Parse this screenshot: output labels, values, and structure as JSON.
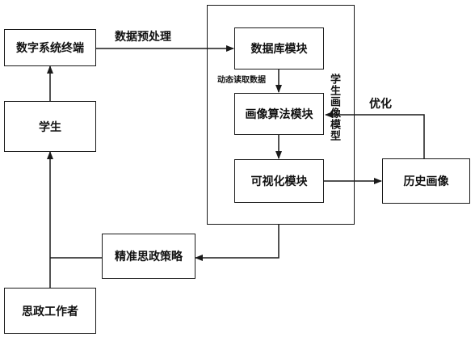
{
  "nodes": {
    "terminal": "数字系统终端",
    "student": "学生",
    "educator": "思政工作者",
    "database": "数据库模块",
    "algorithm": "画像算法模块",
    "visualization": "可视化模块",
    "history": "历史画像",
    "strategy": "精准思政策略"
  },
  "group": {
    "label": "学生画像模型"
  },
  "edges": {
    "preprocess": "数据预处理",
    "dynamic_read": "动态读取数据",
    "optimize": "优化"
  },
  "colors": {
    "stroke": "#1a1a1a",
    "background": "#ffffff",
    "text": "#111111"
  }
}
